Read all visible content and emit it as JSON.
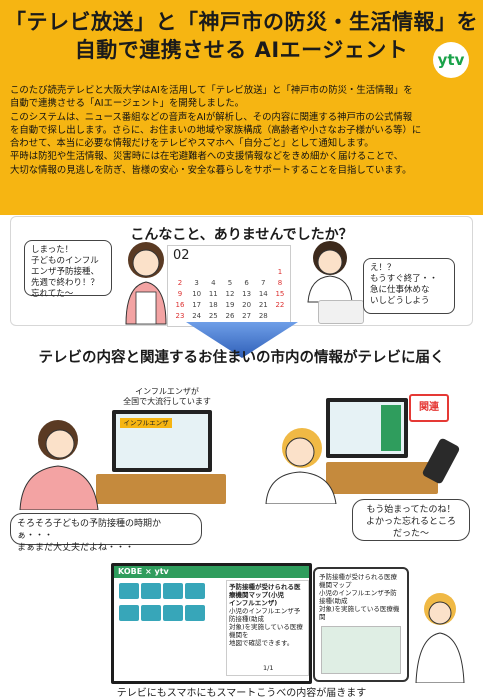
{
  "header": {
    "title_line1": "「テレビ放送」と「神戸市の防災・生活情報」を",
    "title_line2": "自動で連携させる AIエージェント",
    "logo": "ytv"
  },
  "intro": {
    "lines": [
      "このたび読売テレビと大阪大学はAIを活用して「テレビ放送」と「神戸市の防災・生活情報」を",
      "自動で連携させる「AIエージェント」を開発しました。",
      "このシステムは、ニュース番組などの音声をAIが解析し、その内容に関連する神戸市の公式情報",
      "を自動で探し出します。さらに、お住まいの地域や家族構成（高齢者や小さなお子様がいる等）に",
      "合わせて、本当に必要な情報だけをテレビやスマホへ「自分ごと」として通知します。",
      "平時は防犯や生活情報、災害時には在宅避難者への支援情報などをきめ細かく届けることで、",
      "大切な情報の見逃しを防ぎ、皆様の安心・安全な暮らしをサポートすることを目指しています。"
    ]
  },
  "scene1": {
    "title": "こんなこと、ありませんでしたか？",
    "bubble_left": [
      "しまった！",
      "子どものインフル",
      "エンザ予防接種、",
      "先週で終わり！？",
      "忘れてた〜"
    ],
    "bubble_right": [
      "え！？",
      "もうすぐ終了・・",
      "急に仕事休めな",
      "いしどうしよう"
    ],
    "calendar": {
      "month": "02",
      "weeks": [
        [
          "",
          "",
          "",
          "",
          "",
          "",
          "1"
        ],
        [
          "2",
          "3",
          "4",
          "5",
          "6",
          "7",
          "8"
        ],
        [
          "9",
          "10",
          "11",
          "12",
          "13",
          "14",
          "15"
        ],
        [
          "16",
          "17",
          "18",
          "19",
          "20",
          "21",
          "22"
        ],
        [
          "23",
          "24",
          "25",
          "26",
          "27",
          "28",
          ""
        ]
      ]
    }
  },
  "section2": {
    "title": "テレビの内容と関連するお住まいの市内の情報がテレビに届く",
    "tv_caption": [
      "インフルエンザが",
      "全国で大流行しています"
    ],
    "tv_badge": "インフルエンザ",
    "alert_badge": "関連",
    "bubble_left": [
      "そろそろ子どもの予防接種の時期かぁ・・・",
      "まぁまだ大丈夫だよね・・・"
    ],
    "bubble_right": [
      "もう始まってたのね！",
      "よかった忘れるところ",
      "だった〜"
    ]
  },
  "bottom": {
    "screen_header": "KOBE × ytv",
    "panel_lines": [
      "予防接種が受けられる医療機関マップ(小児",
      "インフルエンザ)",
      "小児のインフルエンザ予防接種(助成",
      "対象)を実施している医療機関を",
      "地図で確認できます。",
      "1/1"
    ],
    "phone_lines": [
      "予防接種が受けられる医療機関マップ",
      "小児のインフルエンザ予防接種(助成",
      "対象)を実施している医療機関"
    ],
    "caption": "テレビにもスマホにもスマートこうべの内容が届きます"
  },
  "colors": {
    "header_bg": "#f6b512",
    "accent_blue": "#3f7ad1",
    "alert_red": "#e53935",
    "kobe_green": "#2f9d5d"
  }
}
